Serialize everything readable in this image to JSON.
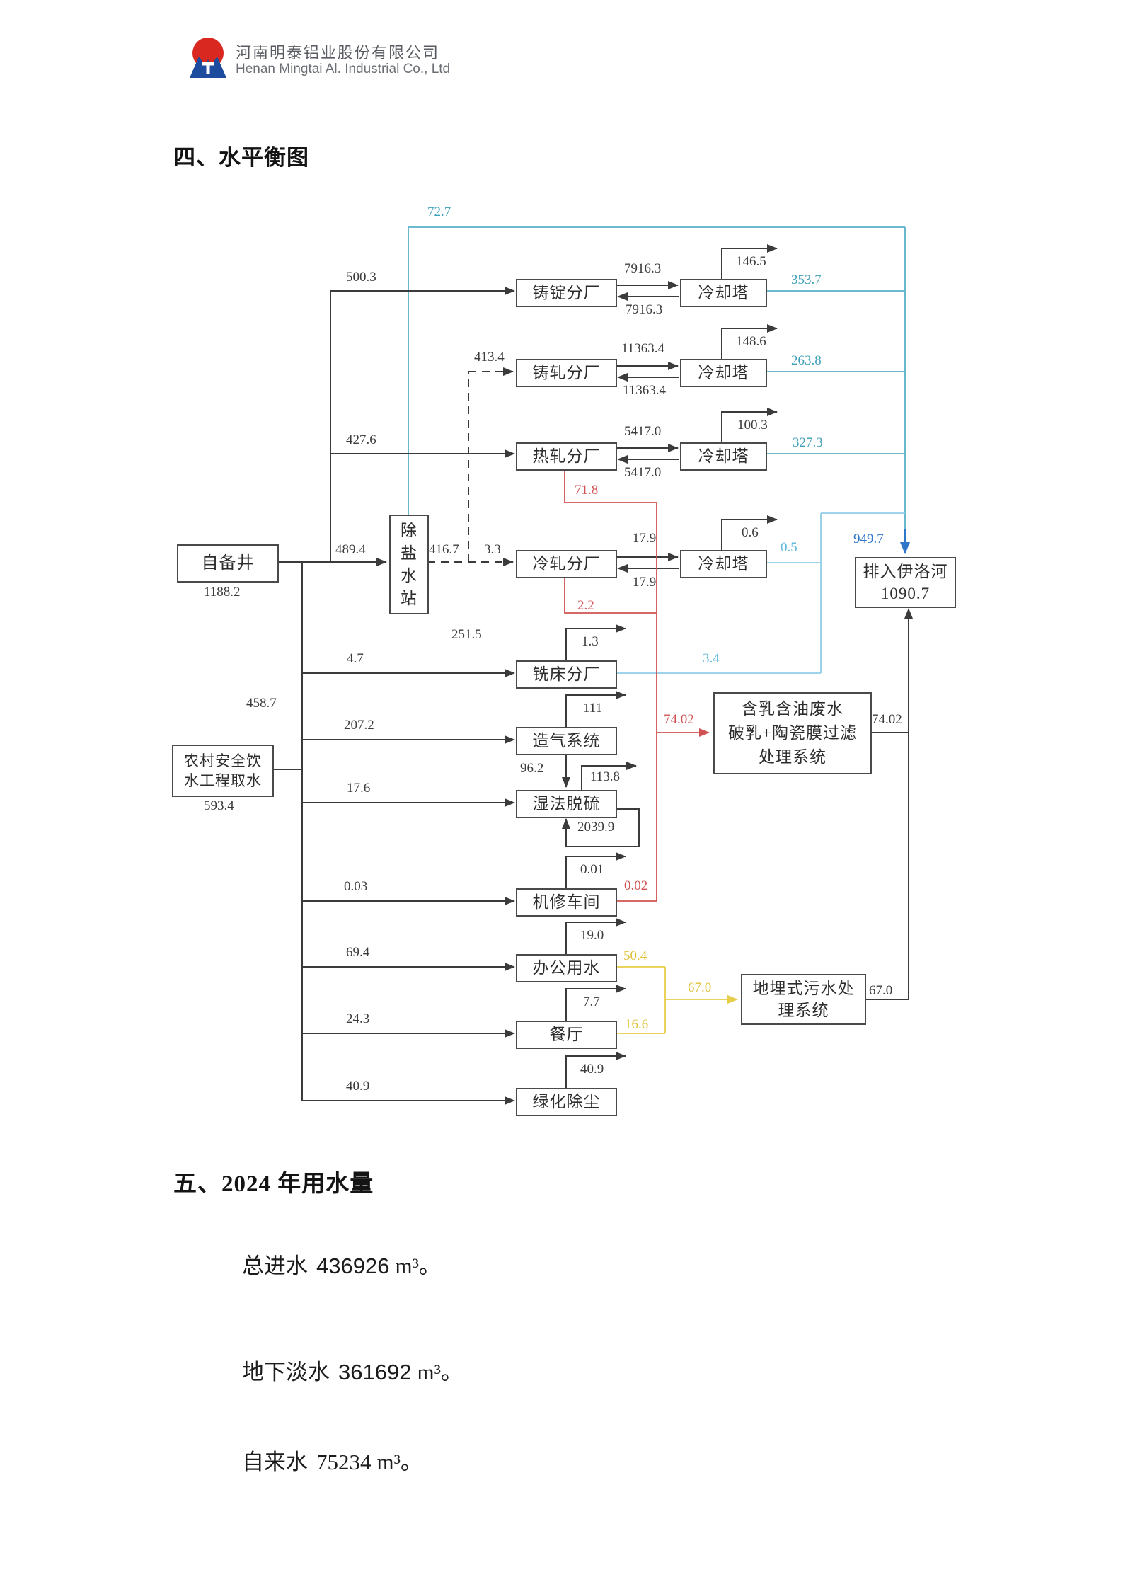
{
  "header": {
    "company_cn": "河南明泰铝业股份有限公司",
    "company_en": "Henan Mingtai Al. Industrial Co., Ltd",
    "logo": "mingtai-sun-logo"
  },
  "section4_title": "四、水平衡图",
  "diagram": {
    "boxes": {
      "well": "自备井",
      "rural_l1": "农村安全饮",
      "rural_l2": "水工程取水",
      "desal": "除盐水站",
      "casting": "铸锭分厂",
      "cast_rolling": "铸轧分厂",
      "hot_rolling": "热轧分厂",
      "cold_rolling": "冷轧分厂",
      "cooling_tower": "冷却塔",
      "milling": "铣床分厂",
      "gas_gen": "造气系统",
      "wet_desulf": "湿法脱硫",
      "repair": "机修车间",
      "office": "办公用水",
      "canteen": "餐厅",
      "greening": "绿化除尘",
      "emulsion_l1": "含乳含油废水",
      "emulsion_l2": "破乳+陶瓷膜过滤",
      "emulsion_l3": "处理系统",
      "sewage_l1": "地埋式污水处",
      "sewage_l2": "理系统",
      "discharge_name": "排入伊洛河",
      "discharge_total": "1090.7"
    },
    "flows": {
      "well_supply": "489.4",
      "well_total": "1188.2",
      "rural_total": "593.4",
      "trunk_down": "458.7",
      "top_return": "72.7",
      "r1_supply": "500.3",
      "r1_to": "7916.3",
      "r1_back": "7916.3",
      "r1_evap": "146.5",
      "r1_blow": "353.7",
      "r2_supply": "413.4",
      "r2_to": "11363.4",
      "r2_back": "11363.4",
      "r2_evap": "148.6",
      "r2_blow": "263.8",
      "r3_supply": "427.6",
      "r3_to": "5417.0",
      "r3_back": "5417.0",
      "r3_evap": "100.3",
      "r3_blow": "327.3",
      "r3_sewage": "71.8",
      "desal_out": "416.7",
      "r4_supply": "3.3",
      "r4_to": "17.9",
      "r4_back": "17.9",
      "r4_evap": "0.6",
      "r4_blow": "0.5",
      "r4_sewage": "2.2",
      "mill_supply": "4.7",
      "mill_evap": "1.3",
      "mill_blow": "3.4",
      "unattached": "251.5",
      "gas_supply": "207.2",
      "gas_evap": "111",
      "gas_to_desulf": "96.2",
      "desulf_supply": "17.6",
      "desulf_evap": "113.8",
      "desulf_recycle": "2039.9",
      "repair_supply": "0.03",
      "repair_evap": "0.01",
      "repair_sewage": "0.02",
      "emulsion_in": "74.02",
      "emulsion_out": "74.02",
      "office_supply": "69.4",
      "office_evap": "19.0",
      "office_sewage": "50.4",
      "canteen_supply": "24.3",
      "canteen_evap": "7.7",
      "canteen_sewage": "16.6",
      "sewage_in": "67.0",
      "sewage_out": "67.0",
      "green_supply": "40.9",
      "green_evap": "40.9",
      "discharge_in": "949.7"
    }
  },
  "section5": {
    "title": "五、2024 年用水量",
    "items": [
      {
        "label": "总进水",
        "value": "436926",
        "unit": "m³。"
      },
      {
        "label": "地下淡水",
        "value": "361692",
        "unit": "m³。"
      },
      {
        "label": "自来水",
        "value": "75234",
        "unit": "m³。"
      }
    ]
  }
}
